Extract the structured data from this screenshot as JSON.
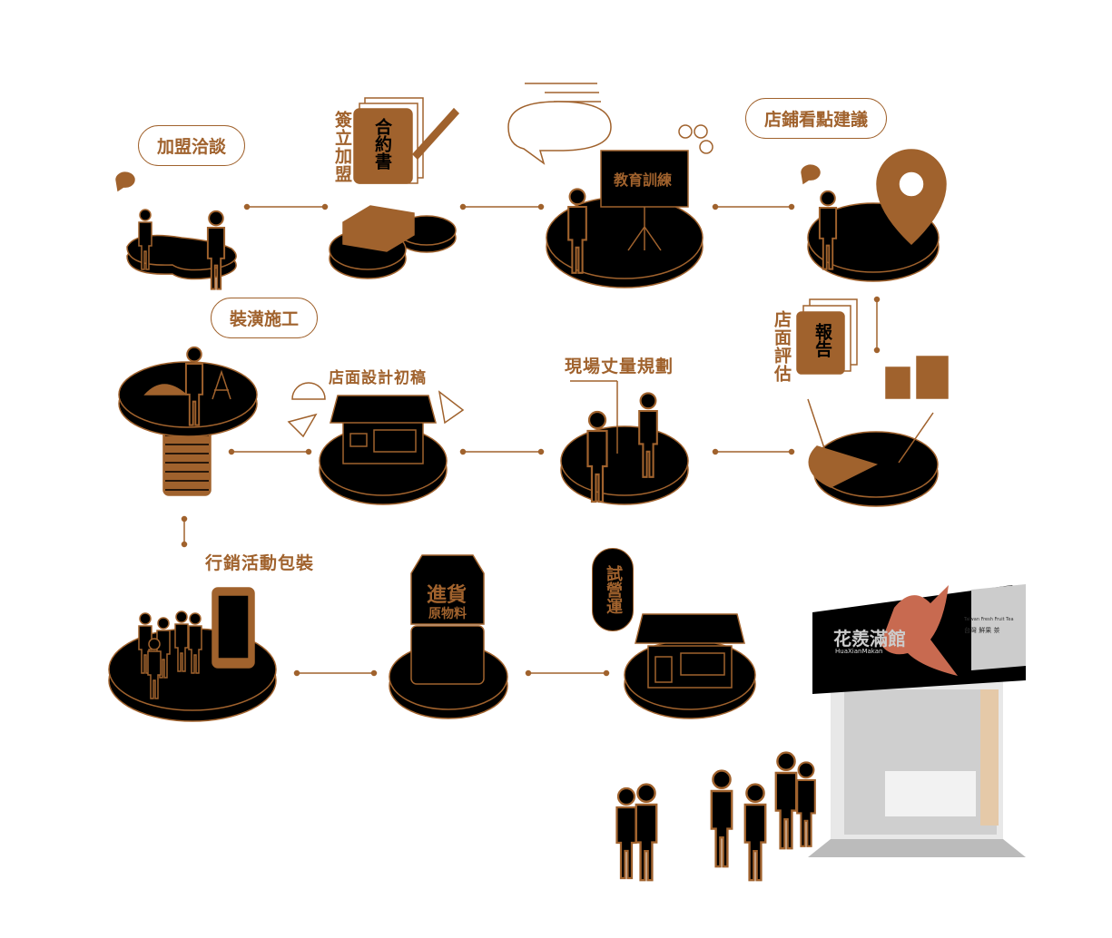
{
  "steps": {
    "s1": "加盟洽談",
    "s2": "簽立加盟",
    "s2_doc": "合約書",
    "s3": "教育訓練",
    "s4": "店鋪看點建議",
    "s5": "店面評估",
    "s5_doc": "報告",
    "s6": "現場丈量規劃",
    "s7": "店面設計初稿",
    "s8": "裝潢施工",
    "s9": "行銷活動包裝",
    "s10": "進貨",
    "s10_sub": "原物料",
    "s11": "試營運"
  },
  "storefront": {
    "brand": "花羨滿館",
    "brand_en": "HuaXianMakan",
    "tagline_en": "Taiwan Fresh Fruit Tea",
    "tagline_zh": "台灣 鮮果 茶"
  },
  "colors": {
    "accent": "#a0622d",
    "dark": "#000000"
  }
}
